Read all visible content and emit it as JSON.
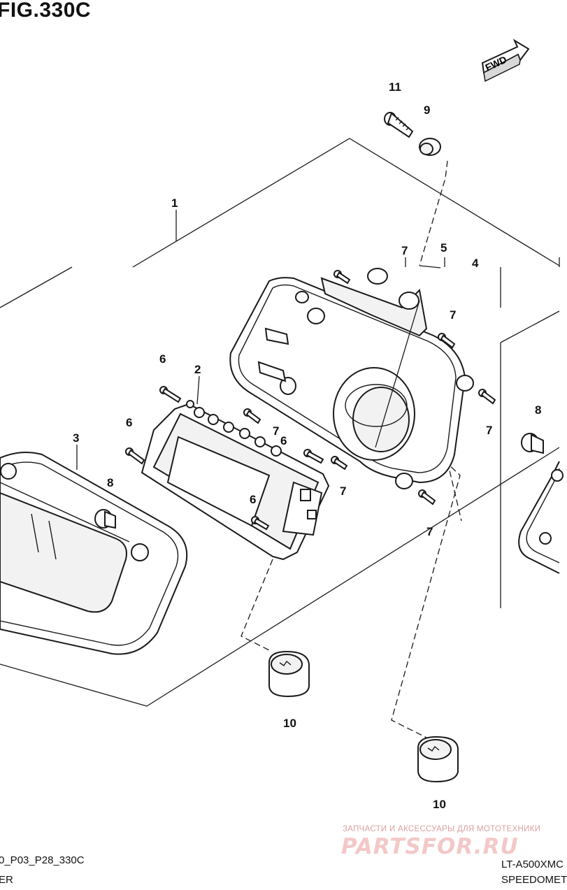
{
  "figure": {
    "title": "FIG.330C"
  },
  "fwd_label": "FWD",
  "callouts": {
    "c1": "1",
    "c2": "2",
    "c3": "3",
    "c4": "4",
    "c5": "5",
    "c6a": "6",
    "c6b": "6",
    "c6c": "6",
    "c6d": "6",
    "c7a": "7",
    "c7b": "7",
    "c7c": "7",
    "c7d": "7",
    "c7e": "7",
    "c7f": "7",
    "c8a": "8",
    "c8b": "8",
    "c9": "9",
    "c10a": "10",
    "c10b": "10",
    "c11": "11"
  },
  "footer": {
    "left_code": "0_P03_P28_330C",
    "left_name": "ER",
    "right_model": "LT-A500XMC",
    "right_name": "SPEEDOMET"
  },
  "watermark": {
    "tagline": "ЗАПЧАСТИ И АКСЕССУАРЫ ДЛЯ МОТОТЕХНИКИ",
    "logo": "PARTSFOR.RU"
  },
  "colors": {
    "line": "#1a1a1a",
    "watermark": "#f4c8c8"
  }
}
